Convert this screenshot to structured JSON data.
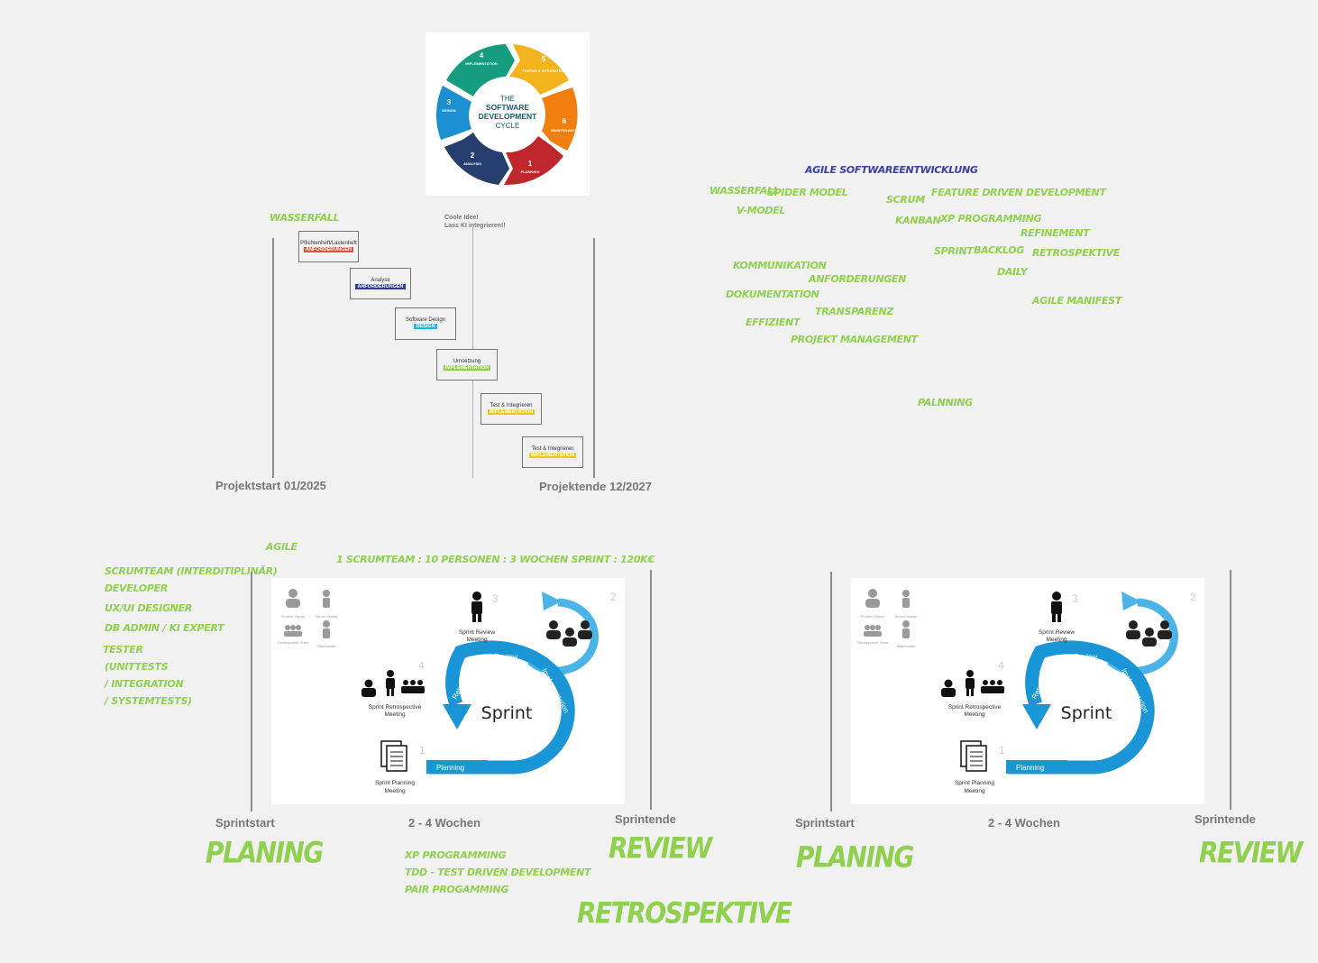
{
  "sdlc": {
    "center_line1": "THE",
    "center_line2": "SOFTWARE",
    "center_line3": "DEVELOPMENT",
    "center_line4": "CYCLE",
    "segments": [
      {
        "num": "1",
        "label": "PLANNING",
        "color": "#c0272d"
      },
      {
        "num": "2",
        "label": "ANALYSIS",
        "color": "#263f6e"
      },
      {
        "num": "3",
        "label": "DESIGN",
        "color": "#1b8fd0"
      },
      {
        "num": "4",
        "label": "IMPLEMENTATION",
        "color": "#169c7f"
      },
      {
        "num": "5",
        "label": "TESTING & INTEGRATION",
        "color": "#f2b31d"
      },
      {
        "num": "6",
        "label": "MAINTENANCE",
        "color": "#f07f0f"
      }
    ]
  },
  "waterfall": {
    "title": "WASSERFALL",
    "note_line1": "Coole Idee!",
    "note_line2": "Lass KI integrieren!!",
    "start_label": "Projektstart 01/2025",
    "end_label": "Projektende 12/2027",
    "steps": [
      {
        "title": "Pflichtenheft/Lastenheft",
        "tag": "ANFORDERUNGEN",
        "tag_color": "#e2533a"
      },
      {
        "title": "Analyse",
        "tag": "ANFORDERUNGEN",
        "tag_color": "#2d3f9e"
      },
      {
        "title": "Software Design",
        "tag": "DESIGN",
        "tag_color": "#26b3e6"
      },
      {
        "title": "Umsetzung",
        "tag": "IMPLEMENTATION",
        "tag_color": "#8fd14f"
      },
      {
        "title": "Test & Integrieren",
        "tag": "IMPLEMENTATION",
        "tag_color": "#f5c518"
      },
      {
        "title": "Test & Integrieren",
        "tag": "IMPLEMENTATION",
        "tag_color": "#f5c518"
      }
    ]
  },
  "agile_notes": {
    "heading": "AGILE SOFTWAREENTWICKLUNG",
    "wasserfall": "WASSERFALL",
    "spider": "SPIDER MODEL",
    "vmodel": "V-MODEL",
    "scrum": "SCRUM",
    "fdd": "FEATURE DRIVEN DEVELOPMENT",
    "kanban": "KANBAN",
    "xp": "XP PROGRAMMING",
    "refinement": "REFINEMENT",
    "sprint": "SPRINT",
    "backlog": "BACKLOG",
    "retro": "RETROSPEKTIVE",
    "daily": "DAILY",
    "kommunikation": "KOMMUNIKATION",
    "anforderungen": "ANFORDERUNGEN",
    "dokumentation": "DOKUMENTATION",
    "agile_manifest": "AGILE MANIFEST",
    "transparenz": "TRANSPARENZ",
    "effizient": "EFFIZIENT",
    "pm": "PROJEKT MANAGEMENT",
    "palnning": "PALNNING"
  },
  "agile_section": {
    "title": "AGILE",
    "formula": "1 SCRUMTEAM : 10 PERSONEN : 3 WOCHEN SPRINT : 120K€",
    "team": [
      "SCRUMTEAM (INTERDITIPLINÄR)",
      "DEVELOPER",
      "UX/UI DESIGNER",
      "DB ADMIN / KI EXPERT",
      "TESTER",
      "(UNITTESTS",
      "/ INTEGRATION",
      "/ SYSTEMTESTS)"
    ],
    "practices": [
      "XP PROGRAMMING",
      "TDD - TEST DRIVEN DEVELOPMENT",
      "PAIR PROGAMMING"
    ],
    "retrospektive": "RETROSPEKTIVE"
  },
  "sprints": [
    {
      "start": "Sprintstart",
      "duration": "2 - 4 Wochen",
      "end": "Sprintende",
      "planing": "PLANING",
      "review": "REVIEW"
    },
    {
      "start": "Sprintstart",
      "duration": "2 - 4 Wochen",
      "end": "Sprintende",
      "planing": "PLANING",
      "review": "REVIEW"
    }
  ],
  "sprint_diagram": {
    "center": "Sprint",
    "daily": "Daily Scrum",
    "review_arc": "Review",
    "impl_arc": "Implementation",
    "retro_arc": "Retrospect",
    "planning_bar": "Planning",
    "review_meeting_1": "Sprint Review",
    "review_meeting_2": "Meeting",
    "retro_meeting_1": "Sprint Retrospective",
    "retro_meeting_2": "Meeting",
    "planning_meeting_1": "Sprint Planning",
    "planning_meeting_2": "Meeting",
    "n1": "1",
    "n2": "2",
    "n3": "3",
    "n4": "4",
    "role_po": "Product Owner",
    "role_sm": "Scrum Master",
    "role_dev": "Development Team",
    "role_sh": "Stakeholder"
  }
}
